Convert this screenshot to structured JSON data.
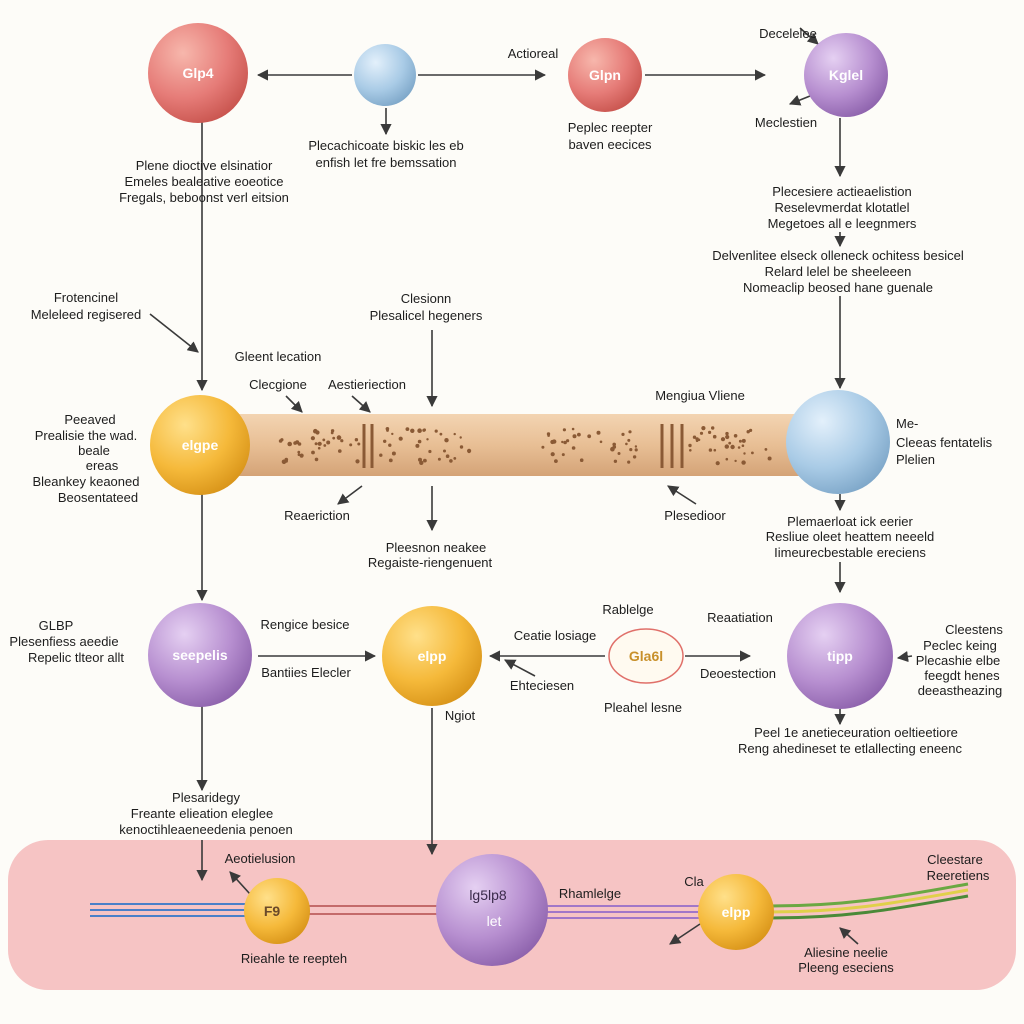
{
  "colors": {
    "red": "#e67c78",
    "blue": "#a9cbe6",
    "purple": "#b78fd0",
    "yellow": "#f5b93a",
    "tube": "#e8bf95",
    "membrane": "#f6c4c4",
    "arrow": "#3a3a3a"
  },
  "nodes": {
    "red_top": "Glp4",
    "red_mid": "Glpn",
    "purple_top_right": "Kglel",
    "yellow_left": "elgpe",
    "purple_left": "seepelis",
    "yellow_center": "elpp",
    "purple_right": "tipp",
    "ring_center": "Gla6l",
    "yellow_bottom_left": "F9",
    "purple_bottom_top": "lg5lp8",
    "purple_bottom_bottom": "let",
    "yellow_bottom_right": "elpp"
  },
  "labels": {
    "actioreal": "Actioreal",
    "decelelee": "Decelelee",
    "meclestien": "Meclestien",
    "blue_top_text": [
      "Plecachicoate biskic les eb",
      "enfish let fre bemssation"
    ],
    "glpn_text": [
      "Peplec reepter",
      "baven eecices"
    ],
    "glp4_text": [
      "Plene dioctive elsinatior",
      "Emeles bealeative eoeotice",
      "Fregals, beboonst verl eitsion"
    ],
    "right_top_text": [
      "Plecesiere actieaelistion",
      "Reselevmerdat klotatlel",
      "Megetoes all e leegnmers"
    ],
    "right_mid_text": [
      "Delvenlitee elseck olleneck ochitess besicel",
      "Relard lelel be sheeleeen",
      "Nomeaclip beosed hane guenale"
    ],
    "frotencinel": [
      "Frotencinel",
      "Meleleed regisered"
    ],
    "clesionn": [
      "Clesionn",
      "Plesalicel hegeners"
    ],
    "gleent_lecation": "Gleent lecation",
    "clecgione": "Clecgione",
    "aestieriection": "Aestieriection",
    "mengiua_vliene": "Mengiua Vliene",
    "left_mid_text": [
      "Peeaved",
      "Prealisie the wad.",
      "beale",
      "ereas",
      "Bleankey keaoned",
      "Beosentateed"
    ],
    "right_blue_text": [
      "Me-",
      "Cleeas fentatelis",
      "Plelien"
    ],
    "reaeriction": "Reaeriction",
    "plesedioor": "Plesedioor",
    "pleesnon_text": [
      "Pleesnon neakee",
      "Regaiste-riengenuent"
    ],
    "right_lower_text": [
      "Plemaerloat ick eerier",
      "Resliue oleet heattem neeeld",
      "Iimeurecbestable ereciens"
    ],
    "glbp_text": [
      "GLBP",
      "Plesenfiess aeedie",
      "Repelic tlteor allt"
    ],
    "rengice_besice": "Rengice besice",
    "bantiies_elecler": "Bantiies Elecler",
    "rablelge": "Rablelge",
    "ceatie_lesiage": "Ceatie losiage",
    "ehteciesen": "Ehteciesen",
    "reaatiation": "Reaatiation",
    "deoestection": "Deoestection",
    "cleestens_text": [
      "Cleestens",
      "Peclec keing",
      "Plecashie elbe",
      "feegdt henes",
      "deeastheazing"
    ],
    "pleahel_lesne": "Pleahel lesne",
    "ngiot": "Ngiot",
    "peel_text": [
      "Peel 1e anetieceuration oeltieetiore",
      "Reng ahedineset te etlallecting eneenc"
    ],
    "plesaridegy_text": [
      "Plesaridegy",
      "Freante elieation eleglee",
      "kenoctihleaeneedenia penoen"
    ],
    "aeotielusion": "Aeotielusion",
    "rieahle_to_reepteh": "Rieahle te reepteh",
    "rhamlelge": "Rhamlelge",
    "cla": "Cla",
    "cleestare_text": [
      "Cleestare",
      "Reeretiens"
    ],
    "aliesine_text": [
      "Aliesine neelie",
      "Pleeng eseciens"
    ]
  }
}
